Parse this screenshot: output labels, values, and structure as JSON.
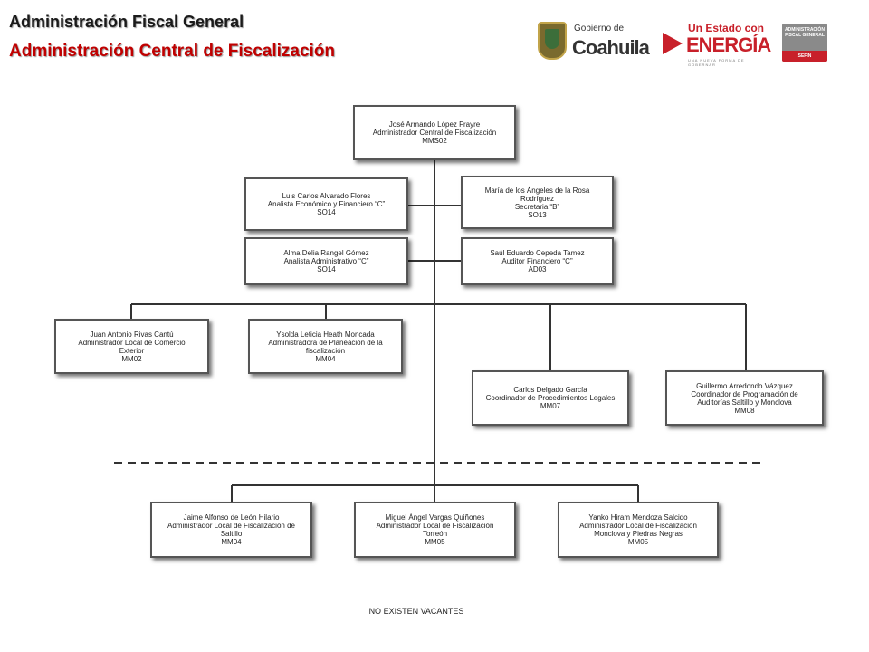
{
  "header": {
    "line1": "Administración Fiscal General",
    "line2": "Administración Central de Fiscalización"
  },
  "logos": {
    "coahuila": {
      "small": "Gobierno de",
      "big": "Coahuila"
    },
    "energia": {
      "top": "Un Estado con",
      "big": "ENERGÍA",
      "sub": "UNA NUEVA FORMA DE GOBERNAR"
    },
    "afg": {
      "text": "ADMINISTRACIÓN FISCAL GENERAL",
      "bar": "SEFIN"
    }
  },
  "colors": {
    "title_accent": "#c00000",
    "box_border": "#555555",
    "connector": "#333333"
  },
  "nodes": {
    "root": {
      "name": "José Armando López Frayre",
      "lines": [
        "Administrador Central de Fiscalización"
      ],
      "code": "MMS02"
    },
    "luis": {
      "name": "Luis Carlos Alvarado Flores",
      "lines": [
        "Analista Económico y Financiero “C”"
      ],
      "code": "SO14"
    },
    "maria": {
      "name": "María de los Ángeles de la Rosa",
      "lines": [
        "Rodríguez",
        "Secretaria “B”"
      ],
      "code": "SO13"
    },
    "alma": {
      "name": "Alma Delia Rangel Gómez",
      "lines": [
        "Analista Administrativo “C”"
      ],
      "code": "SO14"
    },
    "saul": {
      "name": "Saúl Eduardo Cepeda Tamez",
      "lines": [
        "Auditor Financiero “C”"
      ],
      "code": "AD03"
    },
    "juan": {
      "name": "Juan Antonio Rivas Cantú",
      "lines": [
        "Administrador Local de Comercio",
        "Exterior"
      ],
      "code": "MM02"
    },
    "ysolda": {
      "name": "Ysolda Leticia Heath Moncada",
      "lines": [
        "Administradora de Planeación de la",
        "fiscalización"
      ],
      "code": "MM04"
    },
    "carlos": {
      "name": "Carlos Delgado García",
      "lines": [
        "Coordinador de Procedimientos Legales"
      ],
      "code": "MM07"
    },
    "guillermo": {
      "name": "Guillermo Arredondo Vázquez",
      "lines": [
        "Coordinador de Programación de",
        "Auditorías Saltillo y Monclova"
      ],
      "code": "MM08"
    },
    "jaime": {
      "name": "Jaime Alfonso de León Hilario",
      "lines": [
        "Administrador Local de Fiscalización de",
        "Saltillo"
      ],
      "code": "MM04"
    },
    "miguel": {
      "name": "Miguel Ángel Vargas Quiñones",
      "lines": [
        "Administrador Local de Fiscalización",
        "Torreón"
      ],
      "code": "MM05"
    },
    "yanko": {
      "name": "Yanko Hiram Mendoza Salcido",
      "lines": [
        "Administrador Local de Fiscalización",
        "Monclova y Piedras Negras"
      ],
      "code": "MM05"
    }
  },
  "footer": "NO EXISTEN VACANTES"
}
